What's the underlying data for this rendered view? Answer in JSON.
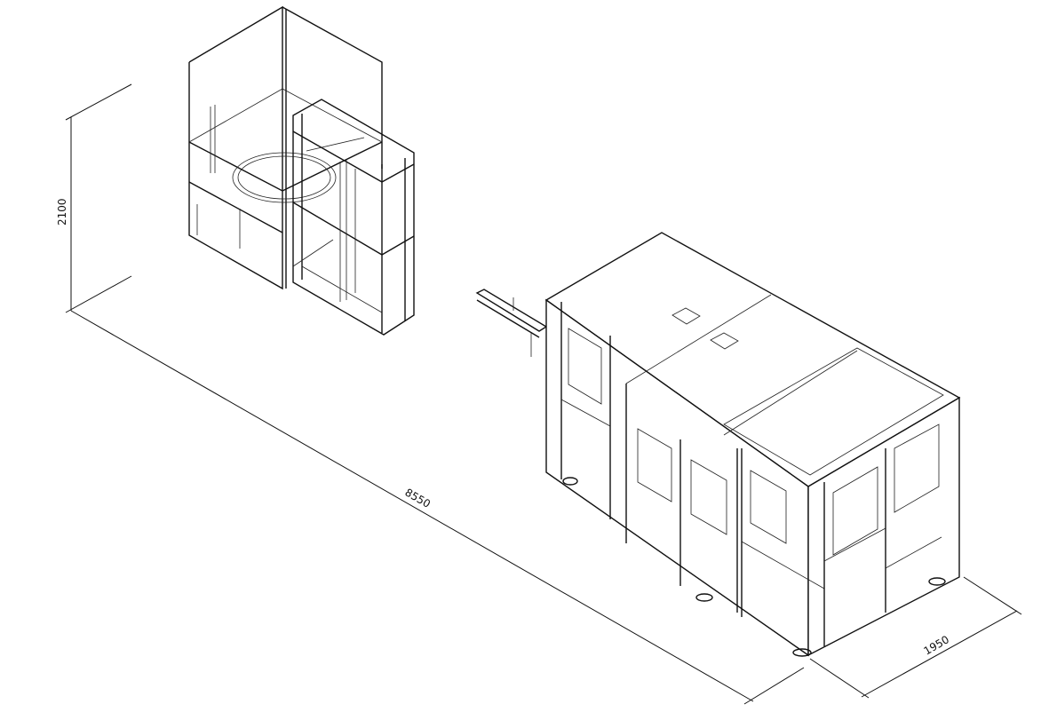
{
  "dimensions": {
    "height": "2100",
    "length": "8550",
    "width": "1950"
  }
}
